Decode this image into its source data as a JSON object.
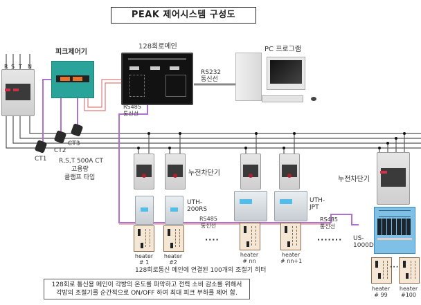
{
  "title": "PEAK 제어시스템 구성도",
  "phase_labels": [
    "R",
    "S",
    "T",
    "N"
  ],
  "components": {
    "peak_controller": {
      "label": "피크제어기"
    },
    "main_controller": {
      "label": "128회로메인"
    },
    "pc": {
      "label": "PC 프로그램"
    },
    "rs232": {
      "line1": "RS232",
      "line2": "통신선"
    },
    "rs485_main": {
      "line1": "RS485",
      "line2": "통신선"
    },
    "rs485_mid": {
      "line1": "RS485",
      "line2": "통신선"
    },
    "rs485_right": {
      "line1": "RS485",
      "line2": "통신선"
    },
    "ct": {
      "labels": [
        "CT1",
        "CT2",
        "CT3"
      ],
      "desc_line1": "R,S,T 500A CT",
      "desc_line2": "고용량",
      "desc_line3": "클램프 타입"
    },
    "breaker_label_left": "누전차단기",
    "breaker_label_right": "누전차단기",
    "uth200rs": {
      "line1": "UTH-",
      "line2": "200RS"
    },
    "uthjpt": {
      "line1": "UTH-",
      "line2": "JPT"
    },
    "us1000d": {
      "line1": "US-",
      "line2": "1000D"
    }
  },
  "heaters": [
    {
      "name": "heater",
      "num": "# 1"
    },
    {
      "name": "heater",
      "num": "#2"
    },
    {
      "name": "heater",
      "num": "# nn"
    },
    {
      "name": "heater",
      "num": "# nn+1"
    },
    {
      "name": "heater",
      "num": "# 99"
    },
    {
      "name": "heater",
      "num": "#100"
    }
  ],
  "ellipsis": {
    "short": "····",
    "long": "·······",
    "tiny": "···"
  },
  "heater_caption": "128회로통신 메인에 연결된 100개의 조절기 히터",
  "note": {
    "line1": "128회로 통신용 메인이 각방의 온도를 파악하고 전력 소비 감소를 위해서",
    "line2": "각방의 조절기를 순간적으로 ON/OFF 하여 최대 피크 부하를 제어 함."
  },
  "colors": {
    "power_line": "#555555",
    "rs485_line": "#b070d0",
    "rs232_line": "#888888",
    "peak_line": "#e07a7a",
    "peak_body": "#2aa49a",
    "us1000_body": "#7fc0e6"
  }
}
